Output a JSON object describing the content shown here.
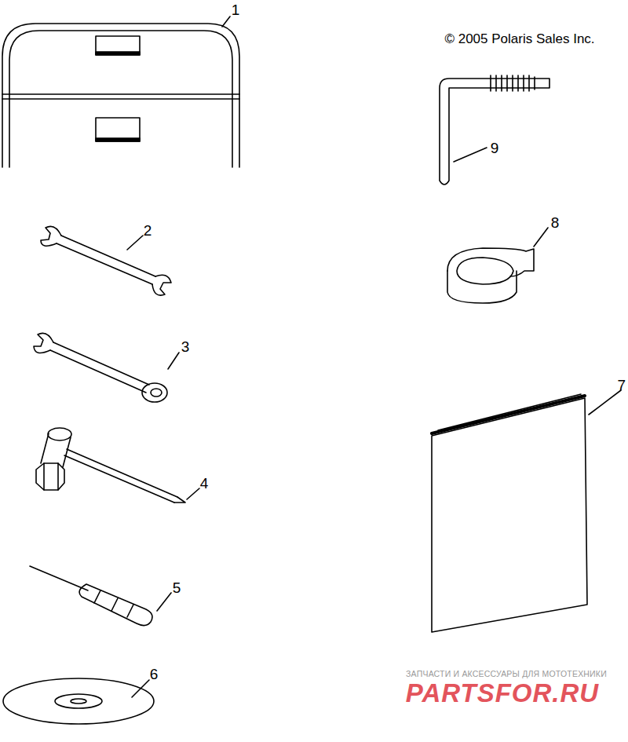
{
  "diagram": {
    "labels": [
      "1",
      "© 2005 Polaris Sales Inc.",
      "9",
      "2",
      "8",
      "3",
      "4",
      "7",
      "5",
      "6",
      "ЗАПЧАСТИ И АКСЕССУАРЫ ДЛЯ МОТОТЕХНИКИ",
      "PARTSFOR.RU"
    ]
  }
}
